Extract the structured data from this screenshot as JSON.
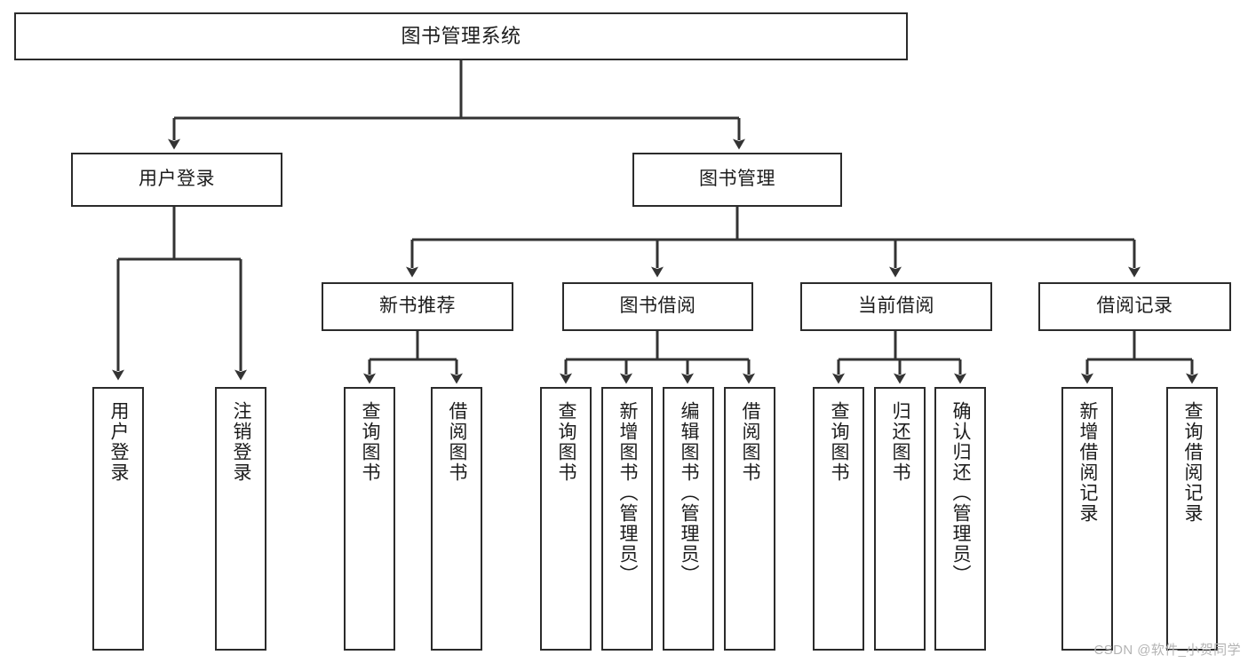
{
  "diagram": {
    "type": "tree-hierarchy",
    "title": "图书管理系统",
    "root": {
      "label": "图书管理系统"
    },
    "level1": [
      {
        "label": "用户登录"
      },
      {
        "label": "图书管理"
      }
    ],
    "level2": [
      {
        "label": "新书推荐"
      },
      {
        "label": "图书借阅"
      },
      {
        "label": "当前借阅"
      },
      {
        "label": "借阅记录"
      }
    ],
    "leaves": {
      "user_login": [
        {
          "label": "用户登录"
        },
        {
          "label": "注销登录"
        }
      ],
      "new_book_recommend": [
        {
          "label": "查询图书"
        },
        {
          "label": "借阅图书"
        }
      ],
      "book_borrow": [
        {
          "label": "查询图书"
        },
        {
          "label": "新增图书（管理员）"
        },
        {
          "label": "编辑图书（管理员）"
        },
        {
          "label": "借阅图书"
        }
      ],
      "current_borrow": [
        {
          "label": "查询图书"
        },
        {
          "label": "归还图书"
        },
        {
          "label": "确认归还（管理员）"
        }
      ],
      "borrow_record": [
        {
          "label": "新增借阅记录"
        },
        {
          "label": "查询借阅记录"
        }
      ]
    }
  },
  "watermark": {
    "text": "CSDN @软件_小贺同学"
  },
  "colors": {
    "border": "#2b2b2b",
    "text": "#1c1c1c",
    "background": "#ffffff",
    "connector": "#333333",
    "watermark": "#b4b4b4"
  }
}
